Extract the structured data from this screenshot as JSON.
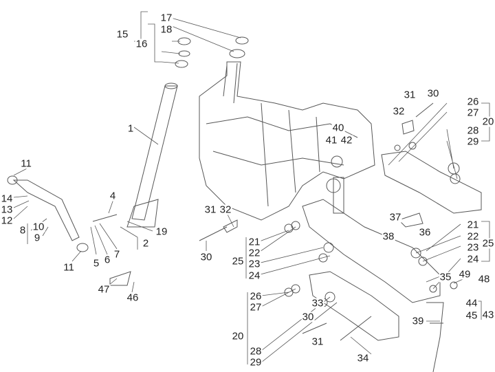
{
  "diagram": {
    "type": "exploded parts diagram",
    "line_color": "#555555",
    "labels": [
      "17",
      "18",
      "15",
      "16",
      "1",
      "11",
      "14",
      "13",
      "12",
      "8",
      "10",
      "9",
      "4",
      "19",
      "2",
      "5",
      "6",
      "7",
      "11",
      "47",
      "46",
      "31",
      "32",
      "30",
      "21",
      "22",
      "25",
      "23",
      "24",
      "40",
      "41",
      "42",
      "31",
      "30",
      "32",
      "26",
      "27",
      "20",
      "28",
      "29",
      "37",
      "36",
      "38",
      "21",
      "22",
      "25",
      "23",
      "24",
      "35",
      "49",
      "48",
      "44",
      "43",
      "45",
      "39",
      "26",
      "27",
      "33",
      "20",
      "30",
      "31",
      "28",
      "29",
      "34"
    ]
  }
}
